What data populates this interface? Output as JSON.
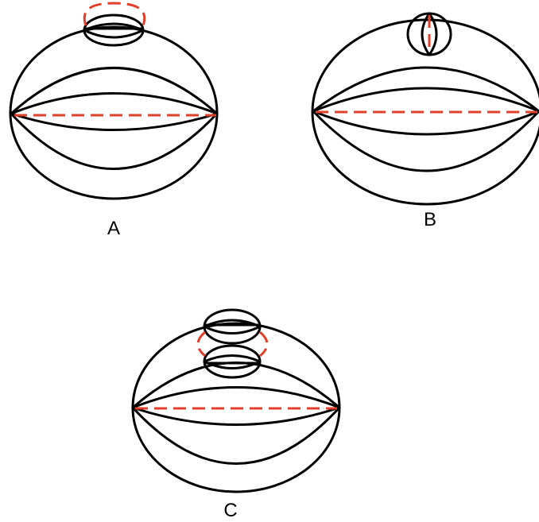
{
  "labels": {
    "a": "A",
    "b": "B",
    "c": "C"
  },
  "colors": {
    "stroke": "#000000",
    "dashed": "#e0402a"
  }
}
